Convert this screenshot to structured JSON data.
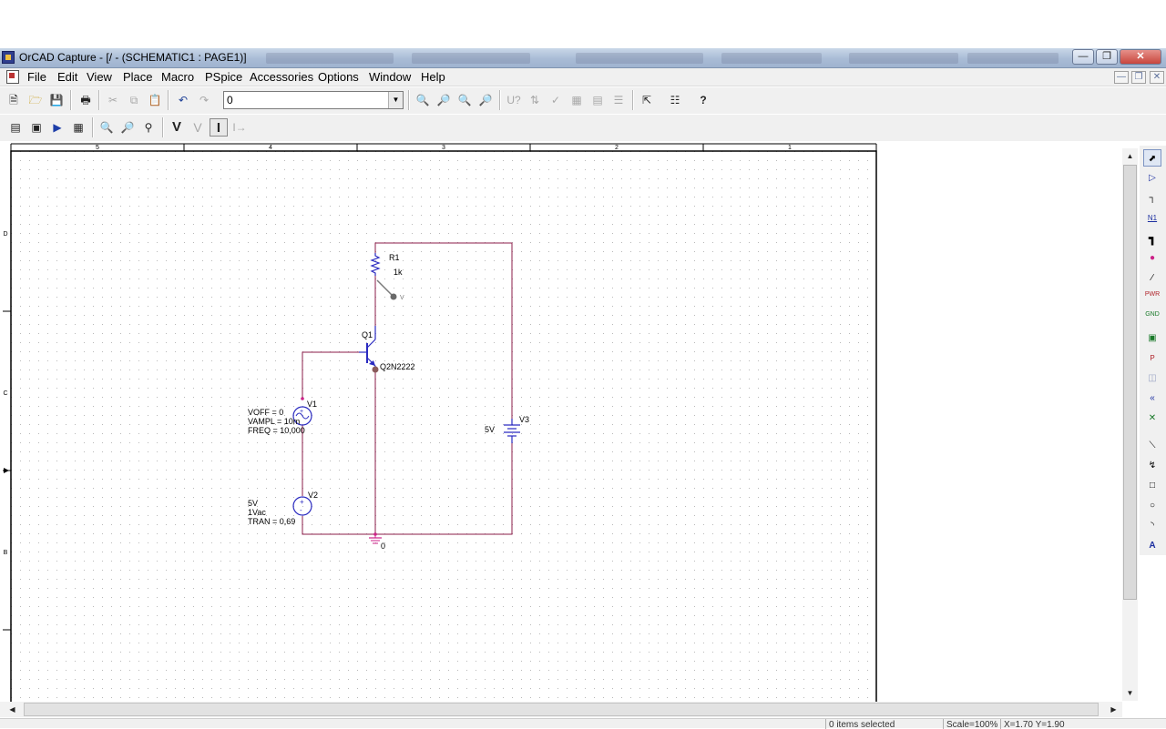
{
  "window": {
    "title": "OrCAD Capture - [/ - (SCHEMATIC1 : PAGE1)]"
  },
  "menu": {
    "items": [
      "File",
      "Edit",
      "View",
      "Place",
      "Macro",
      "PSpice",
      "Accessories",
      "Options",
      "Window",
      "Help"
    ]
  },
  "toolbar": {
    "combo_value": "0",
    "buttons": [
      "new-icon",
      "open-icon",
      "save-icon",
      "print-icon",
      "cut-icon",
      "copy-icon",
      "paste-icon",
      "undo-icon",
      "redo-icon",
      "zoom-in-icon",
      "zoom-out-icon",
      "zoom-area-icon",
      "zoom-all-icon",
      "annotate-icon",
      "back-annotate-icon",
      "drc-icon",
      "create-netlist-icon",
      "cross-reference-icon",
      "bom-icon",
      "snap-to-grid-icon",
      "project-manager-icon",
      "help-icon"
    ]
  },
  "pspice_toolbar": {
    "buttons": [
      "new-simulation-profile-icon",
      "edit-simulation-settings-icon",
      "run-pspice-icon",
      "view-simulation-results-icon",
      "markers-icon",
      "advanced-markers-icon",
      "differential-marker-icon",
      "voltage-marker-icon",
      "bias-voltage-icon",
      "current-marker-icon",
      "bias-current-icon"
    ],
    "labels": {
      "voltage": "V",
      "current": "I"
    }
  },
  "schematic": {
    "border_columns": [
      "5",
      "4",
      "3",
      "2",
      "1"
    ],
    "border_rows": [
      "D",
      "C",
      "B"
    ],
    "components": {
      "r1": {
        "ref": "R1",
        "value": "1k"
      },
      "q1": {
        "ref": "Q1",
        "value": "Q2N2222"
      },
      "v1": {
        "ref": "V1",
        "params": [
          "VOFF = 0",
          "VAMPL = 10m",
          "FREQ = 10,000"
        ]
      },
      "v2": {
        "ref": "V2",
        "params": [
          "5V",
          "1Vac",
          "TRAN = 0,69"
        ]
      },
      "v3": {
        "ref": "V3",
        "value": "5V"
      },
      "ground": {
        "label": "0"
      },
      "probe": {
        "label": "V"
      }
    },
    "colors": {
      "wire": "#8b1c4a",
      "part": "#2a2ac0",
      "label": "#000000",
      "probe": "#7a7a7a",
      "pin": "#cc2288"
    }
  },
  "palette": {
    "tools": [
      "select-icon",
      "place-part-icon",
      "place-wire-icon",
      "place-net-alias-icon",
      "place-bus-icon",
      "place-junction-icon",
      "place-bus-entry-icon",
      "place-power-icon",
      "place-ground-icon",
      "place-hierarchical-block-icon",
      "place-port-icon",
      "place-pin-icon",
      "place-off-page-connector-icon",
      "place-no-connect-icon",
      "place-line-icon",
      "place-polyline-icon",
      "place-rectangle-icon",
      "place-ellipse-icon",
      "place-arc-icon",
      "place-text-icon"
    ],
    "labels": {
      "net_alias": "N1",
      "power": "PWR",
      "ground": "GND",
      "port": "P"
    }
  },
  "status": {
    "selection": "0 items selected",
    "scale": "Scale=100%",
    "coords": "X=1.70  Y=1.90"
  }
}
